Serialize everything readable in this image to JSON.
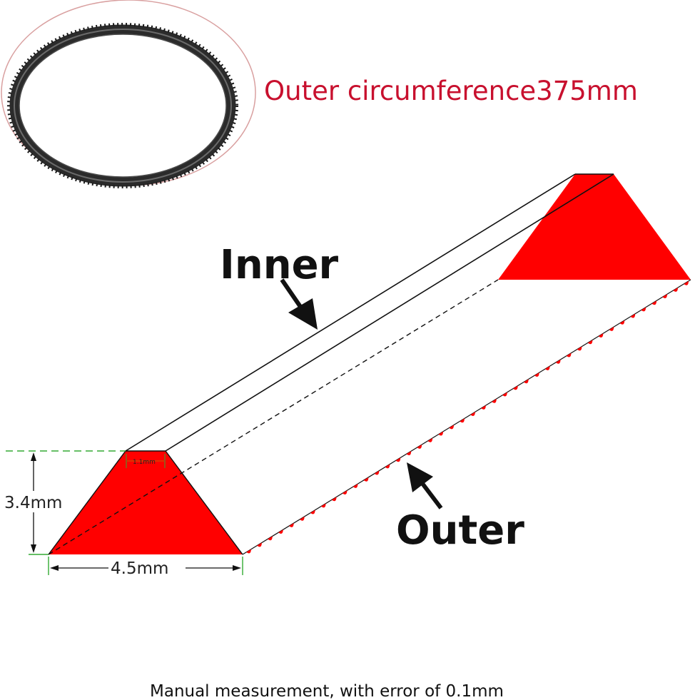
{
  "colors": {
    "red": "#ff0000",
    "dark_red": "#c8102e",
    "outline": "#111111",
    "dim_green": "#33aa33",
    "belt_rubber": "#3a3a3a"
  },
  "product_photo": {
    "icon": "belt-ring-icon"
  },
  "header": {
    "circumference_label": "Outer circumference375mm"
  },
  "labels": {
    "inner": "Inner",
    "outer": "Outer",
    "height": "3.4mm",
    "width": "4.5mm",
    "top_width": "1.1mm"
  },
  "footer": {
    "note": "Manual measurement, with error of 0.1mm"
  }
}
